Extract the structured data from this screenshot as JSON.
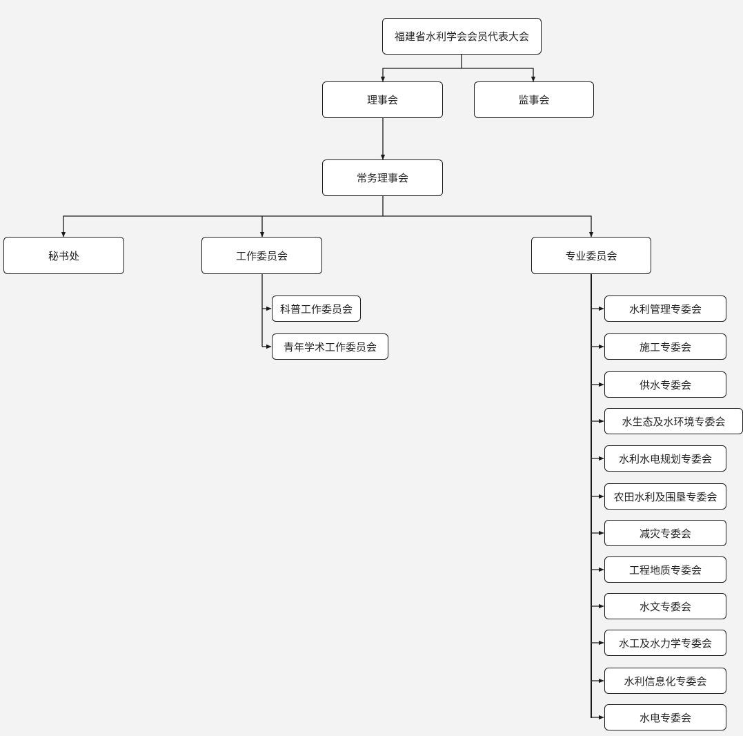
{
  "colors": {
    "background": "#f3f3f4",
    "box_fill": "#ffffff",
    "line": "#1a1a1a",
    "text": "#222222"
  },
  "nodes": {
    "congress": "福建省水利学会会员代表大会",
    "council": "理事会",
    "supervisory": "监事会",
    "standing": "常务理事会",
    "secretariat": "秘书处",
    "working": "工作委员会",
    "professional": "专业委员会"
  },
  "working_committees": [
    "科普工作委员会",
    "青年学术工作委员会"
  ],
  "professional_committees": [
    "水利管理专委会",
    "施工专委会",
    "供水专委会",
    "水生态及水环境专委会",
    "水利水电规划专委会",
    "农田水利及围垦专委会",
    "减灾专委会",
    "工程地质专委会",
    "水文专委会",
    "水工及水力学专委会",
    "水利信息化专委会",
    "水电专委会"
  ]
}
